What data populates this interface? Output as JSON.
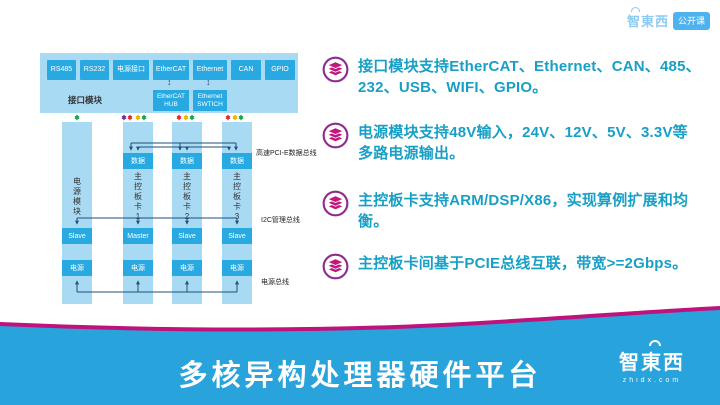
{
  "header": {
    "brand": "智東西",
    "badge": "公开课"
  },
  "colors": {
    "banner": "#29a3dc",
    "stripe": "#c0127c",
    "panel_light_blue": "#a9daf3",
    "box_blue": "#29a9e2",
    "bullet_text": "#189fc6",
    "icon_ring": "#8e2b8e",
    "icon_layers": "#c2187e",
    "bus_line": "#1f4e79"
  },
  "icons": {
    "bullet": "layers-icon",
    "brand": "wifi-arc-icon"
  },
  "diagram": {
    "interface": {
      "label": "接口模块",
      "ports": [
        "RS485",
        "RS232",
        "电源接口",
        "EtherCAT",
        "Ethernet",
        "CAN",
        "GPIO"
      ],
      "sub_ports": [
        "EtherCAT HUB",
        "Ethernet SWTICH"
      ]
    },
    "columns": [
      {
        "title": "电源模块",
        "data": "",
        "mid": "Slave",
        "power": "电源"
      },
      {
        "title": "主控板卡1",
        "data": "数据",
        "mid": "Master",
        "power": "电源"
      },
      {
        "title": "主控板卡2",
        "data": "数据",
        "mid": "Slave",
        "power": "电源"
      },
      {
        "title": "主控板卡3",
        "data": "数据",
        "mid": "Slave",
        "power": "电源"
      }
    ],
    "bus_labels": {
      "pcie": "高速PCI-E数据总线",
      "i2c": "I2C管理总线",
      "power": "电源总线"
    }
  },
  "bullets": [
    {
      "lines": [
        "接口模块支持EtherCAT、Ethernet、CAN、485、",
        "232、USB、WIFI、GPIO。"
      ]
    },
    {
      "lines": [
        "电源模块支持48V输入，24V、12V、5V、3.3V等",
        "多路电源输出。"
      ]
    },
    {
      "lines": [
        "主控板卡支持ARM/DSP/X86，实现算例扩展和均衡。"
      ]
    },
    {
      "lines": [
        "主控板卡间基于PCIE总线互联，带宽>=2Gbps。"
      ]
    }
  ],
  "footer": {
    "title": "多核异构处理器硬件平台",
    "brand": "智東西",
    "url": "zhidx.com"
  }
}
